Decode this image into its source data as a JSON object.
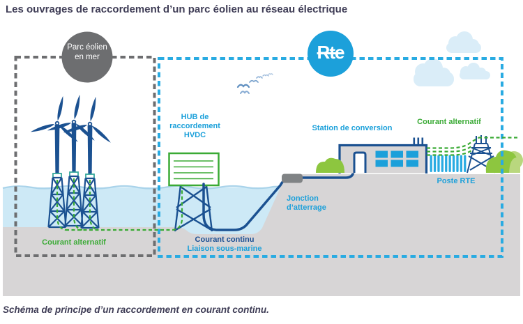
{
  "title": "Les ouvrages de raccordement d’un parc éolien au réseau électrique",
  "caption": "Schéma de principe d’un raccordement en courant continu.",
  "badges": {
    "offshore_park": "Parc éolien\nen mer",
    "rte_logo": "Rte"
  },
  "labels": {
    "hub": "HUB de\nraccordement\nHVDC",
    "conversion_station": "Station de conversion",
    "ac_right": "Courant alternatif",
    "substation": "Poste RTE",
    "landfall_junction": "Jonction\nd’atterrage",
    "dc": "Courant continu",
    "submarine_link": "Liaison sous-marine",
    "ac_left": "Courant alternatif"
  },
  "colors": {
    "navy_structures": "#1b5191",
    "light_blue": "#1ba0da",
    "green_ac": "#3aaa35",
    "sea": "#cde9f6",
    "land": "#d7d5d6",
    "gray_badge": "#6d6e70",
    "cloud": "#daedf8",
    "bush": "#8dc63f",
    "bush_light": "#b9d77e",
    "junction_box": "#808385",
    "title_text": "#3f3d56"
  },
  "icons": {
    "wind_turbines": "wind-turbine-icon",
    "hvdc_hub_platform": "offshore-platform-icon",
    "conversion_station_building": "building-icon",
    "substation_busbars": "busbar-icon",
    "transmission_pylon": "pylon-icon",
    "landfall_junction_box": "junction-box-icon",
    "clouds": "cloud-icon",
    "birds": "birds-icon",
    "bushes": "bush-icon"
  }
}
